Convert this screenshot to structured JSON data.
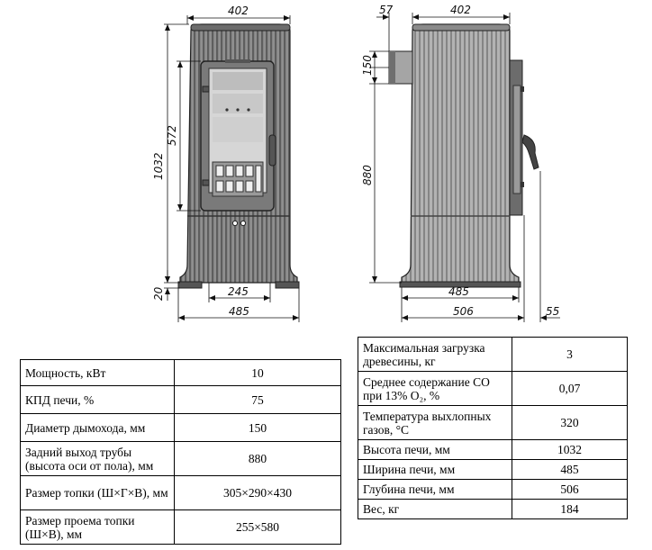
{
  "front_view": {
    "dims": {
      "width_top": "402",
      "height_total": "1032",
      "door_height": "572",
      "foot_height": "20",
      "base_inner": "245",
      "base_outer": "485"
    }
  },
  "side_view": {
    "dims": {
      "pipe_depth": "57",
      "width_top": "402",
      "pipe_diameter": "150",
      "pipe_axis_height": "880",
      "depth_base": "485",
      "depth_total": "506",
      "handle_depth": "55"
    }
  },
  "table_left": [
    {
      "label": "Мощность, кВт",
      "value": "10"
    },
    {
      "label": "КПД печи, %",
      "value": "75"
    },
    {
      "label": "Диаметр дымохода, мм",
      "value": "150"
    },
    {
      "label": "Задний выход трубы (высота оси от пола), мм",
      "value": "880"
    },
    {
      "label": "Размер топки (Ш×Г×В), мм",
      "value": "305×290×430"
    },
    {
      "label": "Размер проема топки (Ш×В), мм",
      "value": "255×580"
    }
  ],
  "table_right": [
    {
      "label": "Максимальная загрузка древесины, кг",
      "value": "3"
    },
    {
      "label": "Среднее содержание CO при 13% O₂, %",
      "value": "0,07"
    },
    {
      "label": "Температура выхлопных газов, °C",
      "value": "320"
    },
    {
      "label": "Высота печи, мм",
      "value": "1032"
    },
    {
      "label": "Ширина печи, мм",
      "value": "485"
    },
    {
      "label": "Глубина печи, мм",
      "value": "506"
    },
    {
      "label": "Вес, кг",
      "value": "184"
    }
  ]
}
